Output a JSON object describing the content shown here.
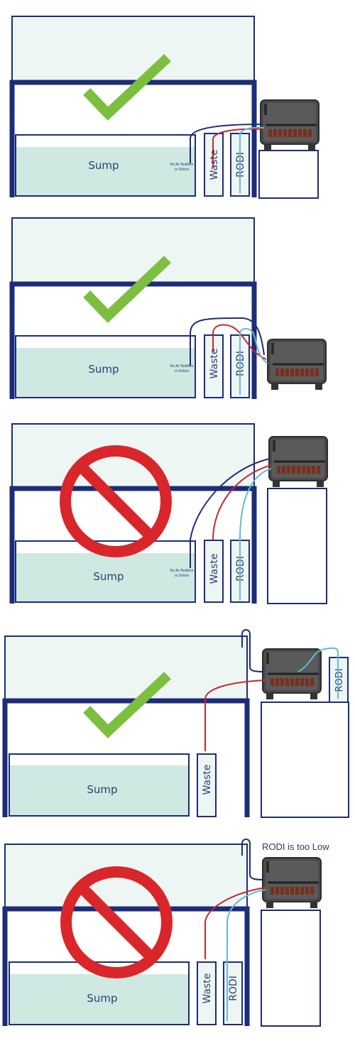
{
  "labels": {
    "sump": "Sump",
    "waste": "Waste",
    "rodi": "RODI",
    "no_air_line1": "No Air Bubbles",
    "no_air_line2": "or Debris",
    "rodi_too_low": "RODI is too Low"
  },
  "colors": {
    "frame": "#1c2d78",
    "tank_glass": "#eef6f4",
    "water": "#cfe8e1",
    "check": "#7cbf3f",
    "prohibit": "#d9262a",
    "waste_tube": "#c8262e",
    "rodi_tube": "#62b8d8",
    "device": "#444444"
  },
  "icons": [
    "checkmark-icon",
    "prohibited-icon",
    "ato-device-icon"
  ],
  "panels": [
    {
      "id": "panel-1",
      "verdict": "correct"
    },
    {
      "id": "panel-2",
      "verdict": "correct"
    },
    {
      "id": "panel-3",
      "verdict": "incorrect"
    },
    {
      "id": "panel-4",
      "verdict": "correct"
    },
    {
      "id": "panel-5",
      "verdict": "incorrect"
    }
  ]
}
